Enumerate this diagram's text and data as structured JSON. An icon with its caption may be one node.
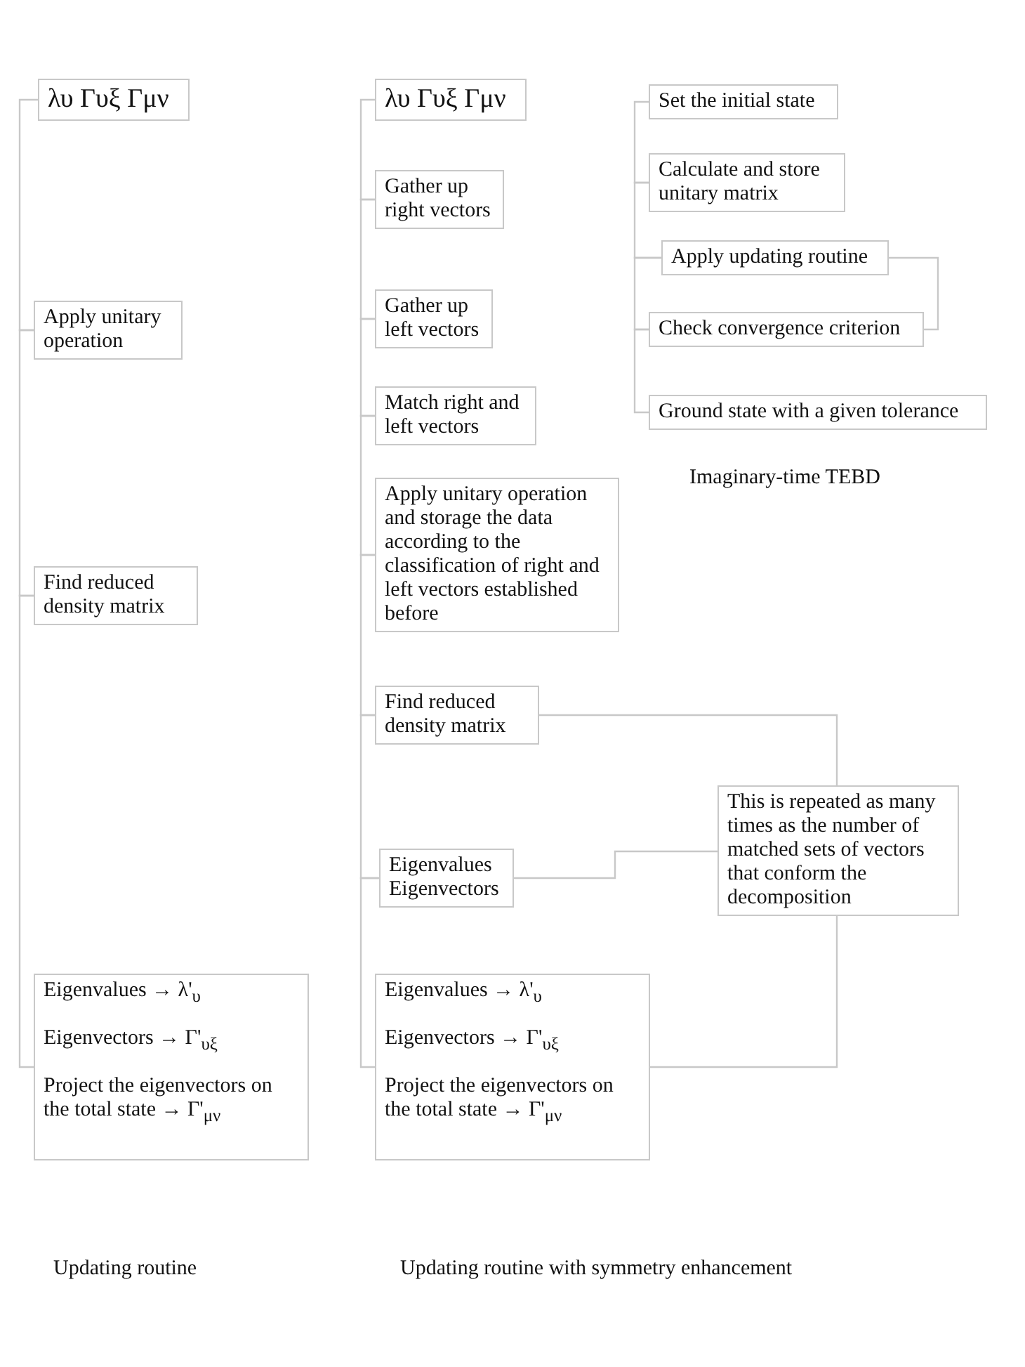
{
  "diagram": {
    "nodes": [
      {
        "text": [
          "λυ Γυξ Γμν"
        ]
      },
      {
        "text": [
          "Apply unitary operation"
        ]
      },
      {
        "text": [
          "Find reduced density matrix"
        ]
      },
      {
        "text": [
          "Eigenvalues → λ'$_{υ}$",
          "Eigenvectors → Γ'$_{υξ}$",
          "Project the eigenvectors on the total state → Γ'$_{μν}$"
        ]
      },
      {
        "text": [
          "λυ Γυξ Γμν"
        ]
      },
      {
        "text": [
          "Gather up right vectors"
        ]
      },
      {
        "text": [
          "Gather up left vectors"
        ]
      },
      {
        "text": [
          "Match right and left vectors"
        ]
      },
      {
        "text": [
          "Apply unitary operation and storage the data according to the classification of right and left vectors established before"
        ]
      },
      {
        "text": [
          "Find reduced density matrix"
        ]
      },
      {
        "text": [
          "Eigenvalues Eigenvectors"
        ]
      },
      {
        "text": [
          "Eigenvalues → λ'$_{υ}$",
          "Eigenvectors → Γ'$_{υξ}$",
          "Project the eigenvectors on the total state → Γ'$_{μν}$"
        ]
      },
      {
        "text": [
          "Set the initial state"
        ]
      },
      {
        "text": [
          "Calculate and store unitary matrix"
        ]
      },
      {
        "text": [
          "Apply updating routine"
        ]
      },
      {
        "text": [
          "Check convergence criterion"
        ]
      },
      {
        "text": [
          "Ground state with a given tolerance"
        ]
      },
      {
        "text": [
          "This is repeated as many times as the number of matched sets of vectors that conform the decomposition"
        ]
      }
    ],
    "edges": [
      {
        "from": 0,
        "to": 1,
        "arrow": "none"
      },
      {
        "from": 1,
        "to": 2,
        "arrow": "none"
      },
      {
        "from": 2,
        "to": 3,
        "arrow": "none"
      },
      {
        "from": 4,
        "to": 5,
        "arrow": "none"
      },
      {
        "from": 5,
        "to": 6,
        "arrow": "none"
      },
      {
        "from": 6,
        "to": 7,
        "arrow": "none"
      },
      {
        "from": 7,
        "to": 8,
        "arrow": "none"
      },
      {
        "from": 8,
        "to": 9,
        "arrow": "none"
      },
      {
        "from": 9,
        "to": 10,
        "arrow": "none"
      },
      {
        "from": 10,
        "to": 11,
        "arrow": "none"
      },
      {
        "from": 12,
        "to": 13,
        "arrow": "none"
      },
      {
        "from": 13,
        "to": 14,
        "arrow": "none"
      },
      {
        "from": 14,
        "to": 15,
        "arrow": "none"
      },
      {
        "from": 15,
        "to": 16,
        "arrow": "none"
      },
      {
        "from": 14,
        "to": 15,
        "arrow": "none"
      },
      {
        "from": 9,
        "to": 17,
        "arrow": "none"
      },
      {
        "from": 10,
        "to": 17,
        "arrow": "none"
      },
      {
        "from": 11,
        "to": 17,
        "arrow": "none"
      }
    ],
    "labels": [
      "Imaginary-time TEBD",
      "Updating routine",
      "Updating routine with symmetry enhancement"
    ]
  }
}
